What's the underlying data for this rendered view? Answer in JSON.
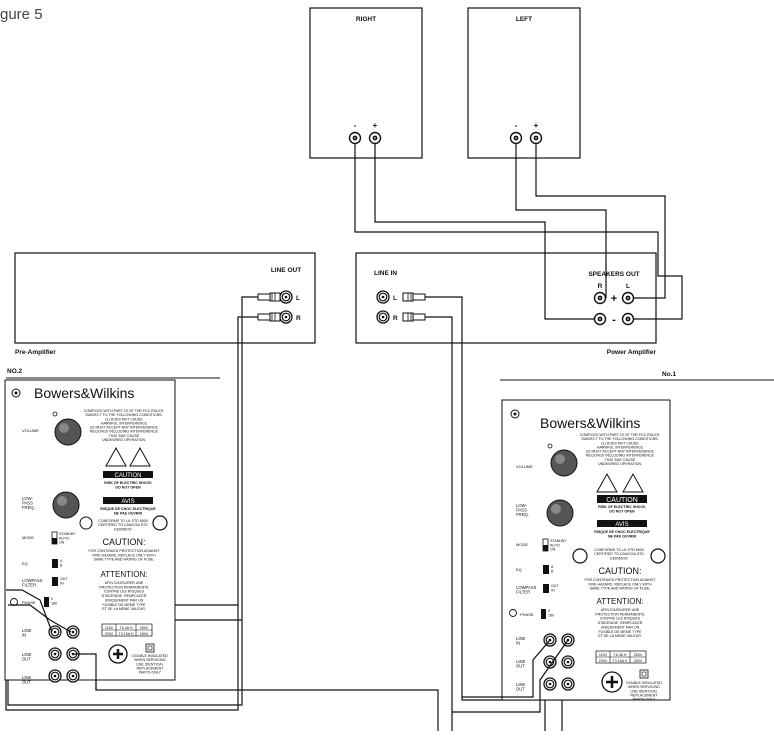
{
  "figure_label": "gure 5",
  "speakers": {
    "right": {
      "label": "RIGHT",
      "minus": "-",
      "plus": "+"
    },
    "left": {
      "label": "LEFT",
      "minus": "-",
      "plus": "+"
    }
  },
  "preamp": {
    "label": "Pre-Amplifier",
    "line_out": "LINE OUT",
    "ch_l": "L",
    "ch_r": "R"
  },
  "poweramp": {
    "label": "Power Amplifier",
    "line_in": "LINE IN",
    "ch_l": "L",
    "ch_r": "R",
    "speakers_out": "SPEAKERS OUT",
    "so_r": "R",
    "so_l": "L",
    "so_plus": "+",
    "so_minus": "-"
  },
  "sub2": {
    "number": "NO.2",
    "brand": "Bowers&Wilkins",
    "volume": "VOLUME",
    "lowpass": "LOW-\nPASS\nFREQ.",
    "mode": "MODE",
    "mode_opts": "STANDBY\nAUTO\nON",
    "eq": "EQ",
    "eq_opts": "A\nB",
    "lowpass_filter": "LOWPASS\nFILTER",
    "filter_opts": "OUT\nIN",
    "phase": "PHASE",
    "phase_opts": "0\n180",
    "line_in": "LINE\nIN",
    "line_out": "LINE\nOUT",
    "link_out": "LINK\nOUT",
    "fcc": "COMPLIES WITH PART 15 OF THE FCC RULES.\nSUBJECT TO THE FOLLOWING CONDITIONS:\n(1) DOES NOT CAUSE\nHARMFUL INTERFERENCE\n(2) MUST ACCEPT ANY INTERFERENCE\nRECEIVED INCLUDING INTERFERENCE\nTHAT MAY CAUSE\nUNDESIRED OPERATION.",
    "caution_box": "CAUTION",
    "shock": "RISK OF ELECTRIC SHOCK\nDO NOT OPEN",
    "avis": "AVIS",
    "choc": "RISQUE DE CHOC ELECTRIQUE\nNE PAS OUVRIR",
    "ul": "CONFORMS TO UL STD 6500\nCERTIFIED TO CAN/CSA STD\nE60065:00",
    "caution2": "CAUTION:",
    "caution_text": "FOR CONTINUED PROTECTION AGAINST\nFIRE HAZARD, REPLACE ONLY WITH\nSAME TYPE AND RATING OF FUSE.",
    "attention": "ATTENTION:",
    "attention_text": "AFIN D'ASSURER UNE\nPROTECTION PERMANENTE\nCONTRE LES RISQUES\nD'INCENDIE, REMPLACER\nUNIQUEMENT PAR UN\nFUSIBLE DE MEME TYPE\nET DE LA MEME VALEUR.",
    "fuse_row1": [
      "115V",
      "T6.3A H",
      "250V"
    ],
    "fuse_row2": [
      "230V",
      "T3.15A H",
      "250V"
    ],
    "double": "DOUBLE INSULATED\nWHEN SERVICING\nUSE IDENTICAL\nREPLACEMENT\nPARTS ONLY"
  },
  "sub1": {
    "number": "No.1",
    "brand": "Bowers&Wilkins",
    "volume": "VOLUME",
    "lowpass": "LOW-\nPASS\nFREQ.",
    "mode": "MODE",
    "mode_opts": "STANDBY\nAUTO\nON",
    "eq": "EQ",
    "eq_opts": "A\nB",
    "lowpass_filter": "LOWPASS\nFILTER",
    "filter_opts": "OUT\nIN",
    "phase": "PHASE",
    "phase_opts": "0\n180",
    "line_in": "LINE\nIN",
    "line_out": "LINE\nOUT",
    "link_out": "LINK\nOUT",
    "fcc": "COMPLIES WITH PART 15 OF THE FCC RULES.\nSUBJECT TO THE FOLLOWING CONDITIONS:\n(1) DOES NOT CAUSE\nHARMFUL INTERFERENCE\n(2) MUST ACCEPT ANY INTERFERENCE\nRECEIVED INCLUDING INTERFERENCE\nTHAT MAY CAUSE\nUNDESIRED OPERATION.",
    "caution_box": "CAUTION",
    "shock": "RISK OF ELECTRIC SHOCK\nDO NOT OPEN",
    "avis": "AVIS",
    "choc": "RISQUE DE CHOC ELECTRIQUE\nNE PAS OUVRIR",
    "ul": "CONFORMS TO UL STD 6500\nCERTIFIED TO CAN/CSA STD\nE60065:00",
    "caution2": "CAUTION:",
    "caution_text": "FOR CONTINUED PROTECTION AGAINST\nFIRE HAZARD, REPLACE ONLY WITH\nSAME TYPE AND RATING OF FUSE.",
    "attention": "ATTENTION:",
    "attention_text": "AFIN D'ASSURER UNE\nPROTECTION PERMANENTE\nCONTRE LES RISQUES\nD'INCENDIE, REMPLACER\nUNIQUEMENT PAR UN\nFUSIBLE DE MEME TYPE\nET DE LA MEME VALEUR.",
    "fuse_row1": [
      "115V",
      "T6.3A H",
      "250V"
    ],
    "fuse_row2": [
      "230V",
      "T3.15A H",
      "250V"
    ],
    "double": "DOUBLE INSULATED\nWHEN SERVICING\nUSE IDENTICAL\nREPLACEMENT\nPARTS ONLY"
  }
}
